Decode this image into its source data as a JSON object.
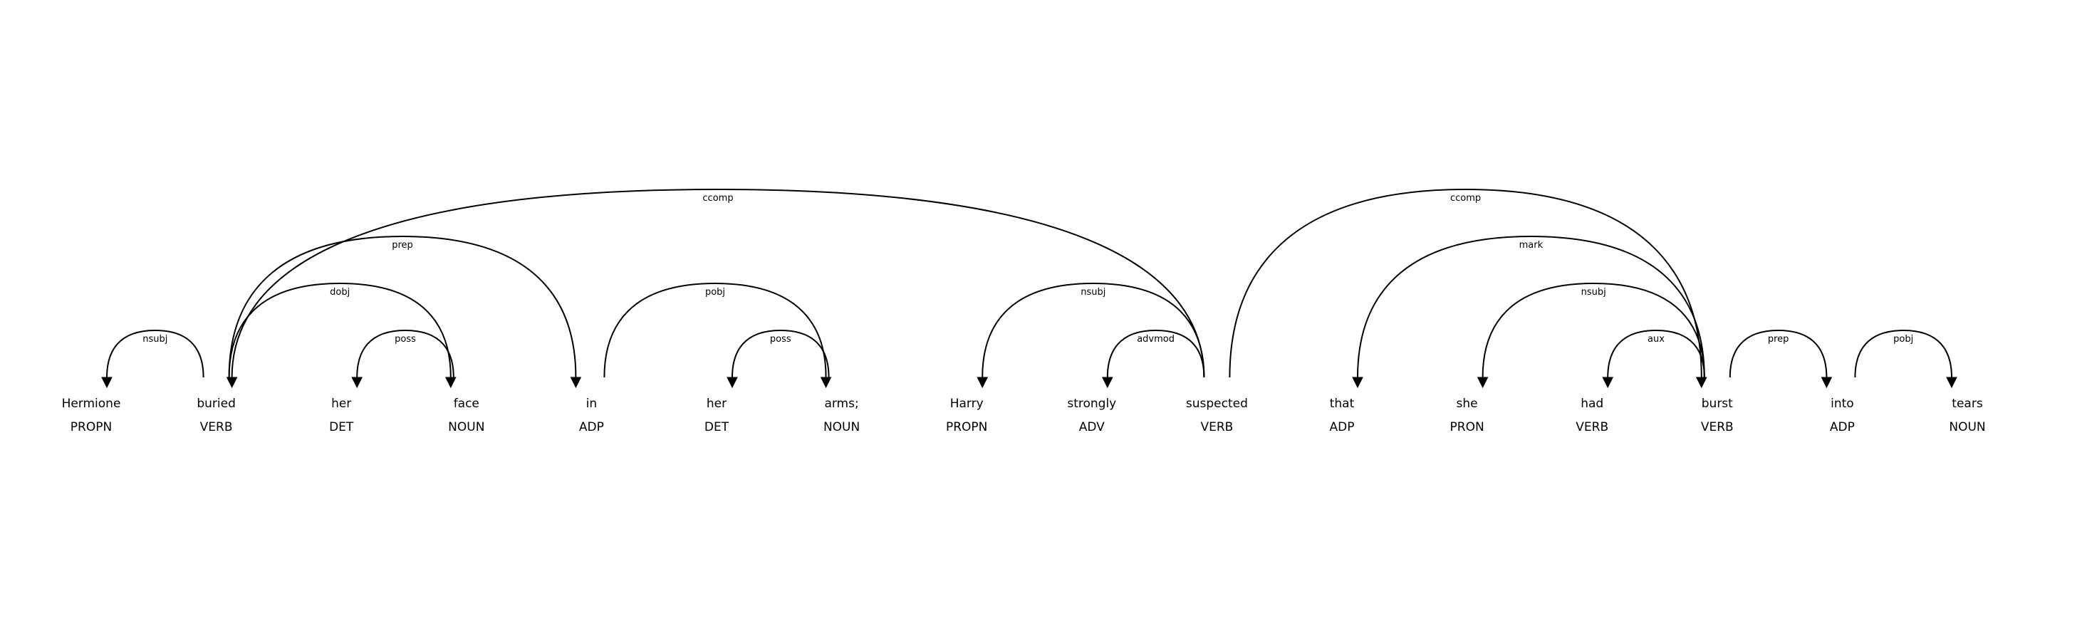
{
  "tokens": [
    {
      "text": "Hermione",
      "tag": "PROPN"
    },
    {
      "text": "buried",
      "tag": "VERB"
    },
    {
      "text": "her",
      "tag": "DET"
    },
    {
      "text": "face",
      "tag": "NOUN"
    },
    {
      "text": "in",
      "tag": "ADP"
    },
    {
      "text": "her",
      "tag": "DET"
    },
    {
      "text": "arms;",
      "tag": "NOUN"
    },
    {
      "text": "Harry",
      "tag": "PROPN"
    },
    {
      "text": "strongly",
      "tag": "ADV"
    },
    {
      "text": "suspected",
      "tag": "VERB"
    },
    {
      "text": "that",
      "tag": "ADP"
    },
    {
      "text": "she",
      "tag": "PRON"
    },
    {
      "text": "had",
      "tag": "VERB"
    },
    {
      "text": "burst",
      "tag": "VERB"
    },
    {
      "text": "into",
      "tag": "ADP"
    },
    {
      "text": "tears",
      "tag": "NOUN"
    }
  ],
  "arcs": [
    {
      "label": "nsubj",
      "head": 1,
      "dependent": 0
    },
    {
      "label": "ccomp",
      "head": 9,
      "dependent": 1
    },
    {
      "label": "prep",
      "head": 1,
      "dependent": 4
    },
    {
      "label": "dobj",
      "head": 1,
      "dependent": 3
    },
    {
      "label": "poss",
      "head": 3,
      "dependent": 2
    },
    {
      "label": "pobj",
      "head": 4,
      "dependent": 6
    },
    {
      "label": "poss",
      "head": 6,
      "dependent": 5
    },
    {
      "label": "nsubj",
      "head": 9,
      "dependent": 7
    },
    {
      "label": "advmod",
      "head": 9,
      "dependent": 8
    },
    {
      "label": "ccomp",
      "head": 9,
      "dependent": 13
    },
    {
      "label": "mark",
      "head": 13,
      "dependent": 10
    },
    {
      "label": "nsubj",
      "head": 13,
      "dependent": 11
    },
    {
      "label": "aux",
      "head": 13,
      "dependent": 12
    },
    {
      "label": "prep",
      "head": 13,
      "dependent": 14
    },
    {
      "label": "pobj",
      "head": 14,
      "dependent": 15
    }
  ]
}
